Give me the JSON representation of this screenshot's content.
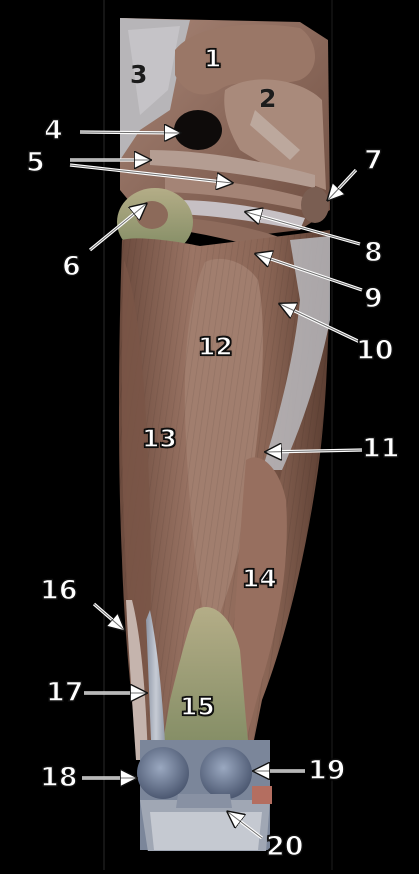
{
  "labels": [
    {
      "id": "1",
      "text": "1",
      "style": "light"
    },
    {
      "id": "2",
      "text": "2",
      "style": "dark"
    },
    {
      "id": "3",
      "text": "3",
      "style": "dark"
    },
    {
      "id": "4",
      "text": "4",
      "style": "light"
    },
    {
      "id": "5",
      "text": "5",
      "style": "light"
    },
    {
      "id": "6",
      "text": "6",
      "style": "light"
    },
    {
      "id": "7",
      "text": "7",
      "style": "light"
    },
    {
      "id": "8",
      "text": "8",
      "style": "light"
    },
    {
      "id": "9",
      "text": "9",
      "style": "light"
    },
    {
      "id": "10",
      "text": "10",
      "style": "light"
    },
    {
      "id": "11",
      "text": "11",
      "style": "light"
    },
    {
      "id": "12",
      "text": "12",
      "style": "light"
    },
    {
      "id": "13",
      "text": "13",
      "style": "light"
    },
    {
      "id": "14",
      "text": "14",
      "style": "light"
    },
    {
      "id": "15",
      "text": "15",
      "style": "light"
    },
    {
      "id": "16",
      "text": "16",
      "style": "light"
    },
    {
      "id": "17",
      "text": "17",
      "style": "light"
    },
    {
      "id": "18",
      "text": "18",
      "style": "light"
    },
    {
      "id": "19",
      "text": "19",
      "style": "light"
    },
    {
      "id": "20",
      "text": "20",
      "style": "light"
    }
  ],
  "colors": {
    "background": "#000000",
    "muscle": "#8f6a5a",
    "muscle_dark": "#5e3f33",
    "tendon": "#aab0bd",
    "condyle": "#6f7e98",
    "fascia_green": "#9aa37a",
    "label_fill": "#ffffff",
    "label_outline": "#111111"
  }
}
